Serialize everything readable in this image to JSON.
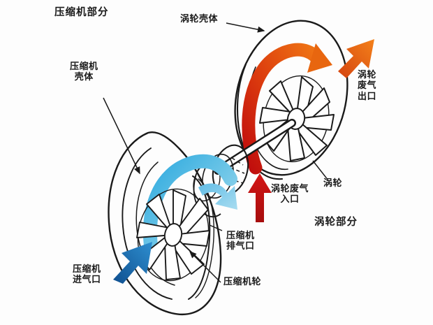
{
  "figure": {
    "kind": "turbocharger-cutaway-diagram",
    "background_color": "#fdfdfd",
    "line_color": "#1a1a1a"
  },
  "sections": {
    "compressor_section": "压缩机部分",
    "turbine_section": "涡轮部分"
  },
  "labels": {
    "turbine_housing": "涡轮壳体",
    "compressor_housing": "压缩机\n壳体",
    "turbine_exhaust_outlet": "涡轮\n废气\n出口",
    "turbine": "涡轮",
    "turbine_exhaust_inlet": "涡轮废气\n入口",
    "compressor_discharge": "压缩机\n排气口",
    "compressor_air_inlet": "压缩机\n进气口",
    "compressor_wheel": "压缩机轮"
  },
  "flow_arrows": {
    "exhaust_in": {
      "name": "turbine-exhaust-inlet-arrow",
      "color": "#c81414",
      "direction": "up"
    },
    "exhaust_scroll": {
      "name": "turbine-scroll-arrow",
      "color": "#e85a12",
      "direction": "curved-clockwise"
    },
    "exhaust_out": {
      "name": "turbine-exhaust-outlet-arrow",
      "color": "#e05a12",
      "direction": "up-right"
    },
    "air_in": {
      "name": "compressor-inlet-arrow",
      "color": "#1565a8",
      "direction": "up-right"
    },
    "air_scroll": {
      "name": "compressor-scroll-arrow",
      "color": "#29a8dd",
      "direction": "curved"
    },
    "air_out": {
      "name": "compressor-discharge-arrow",
      "color": "#4aa9d8",
      "direction": "right-down"
    }
  },
  "colors": {
    "hot_red": "#c81414",
    "hot_orange": "#e85a12",
    "cool_blue": "#1565a8",
    "light_blue": "#44b4e0",
    "pale_blue": "#9fd9ef",
    "outline": "#1a1a1a"
  }
}
